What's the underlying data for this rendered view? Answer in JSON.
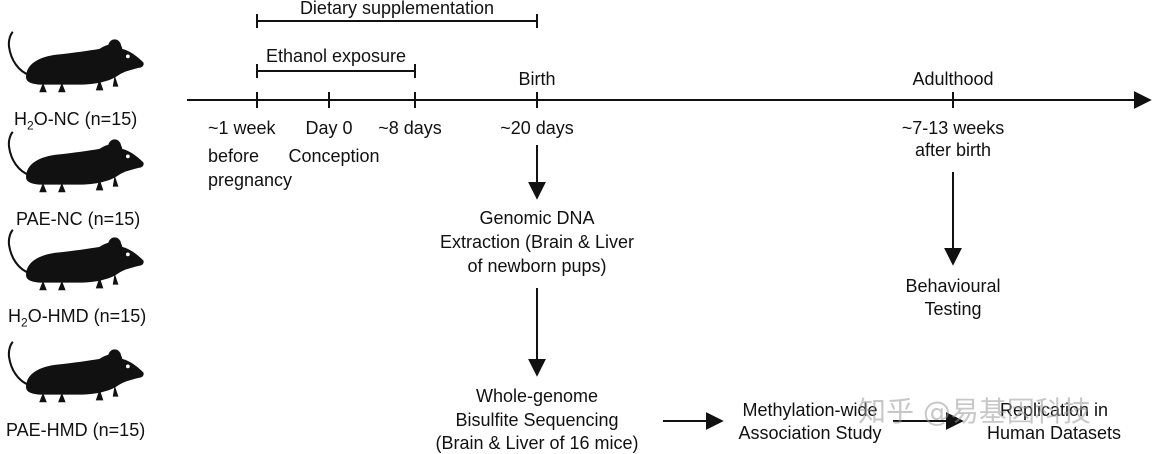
{
  "groups": [
    {
      "prefix": "H",
      "sub": "2",
      "suffix": "O-NC (n=15)"
    },
    {
      "prefix": "",
      "sub": "",
      "suffix": "PAE-NC (n=15)"
    },
    {
      "prefix": "H",
      "sub": "2",
      "suffix": "O-HMD (n=15)"
    },
    {
      "prefix": "",
      "sub": "",
      "suffix": "PAE-HMD (n=15)"
    }
  ],
  "timeline": {
    "dietary": "Dietary supplementation",
    "ethanol": "Ethanol exposure",
    "birth": "Birth",
    "adulthood": "Adulthood",
    "ticks": {
      "week_before": "~1 week",
      "before": "before",
      "pregnancy": "pregnancy",
      "day0": "Day 0",
      "conception": "Conception",
      "eight_days": "~8 days",
      "twenty_days": "~20 days",
      "weeks": "~7-13 weeks",
      "after_birth": "after birth"
    }
  },
  "steps": {
    "dna_line1": "Genomic DNA",
    "dna_line2": "Extraction (Brain & Liver",
    "dna_line3": "of newborn pups)",
    "wgbs_line1": "Whole-genome",
    "wgbs_line2": "Bisulfite Sequencing",
    "wgbs_line3": "(Brain & Liver of 16 mice)",
    "mwas_line1": "Methylation-wide",
    "mwas_line2": "Association Study",
    "replication_line1": "Replication in",
    "replication_line2": "Human Datasets",
    "behaviour_line1": "Behavioural",
    "behaviour_line2": "Testing"
  },
  "watermark": "知乎 @易基因科技"
}
